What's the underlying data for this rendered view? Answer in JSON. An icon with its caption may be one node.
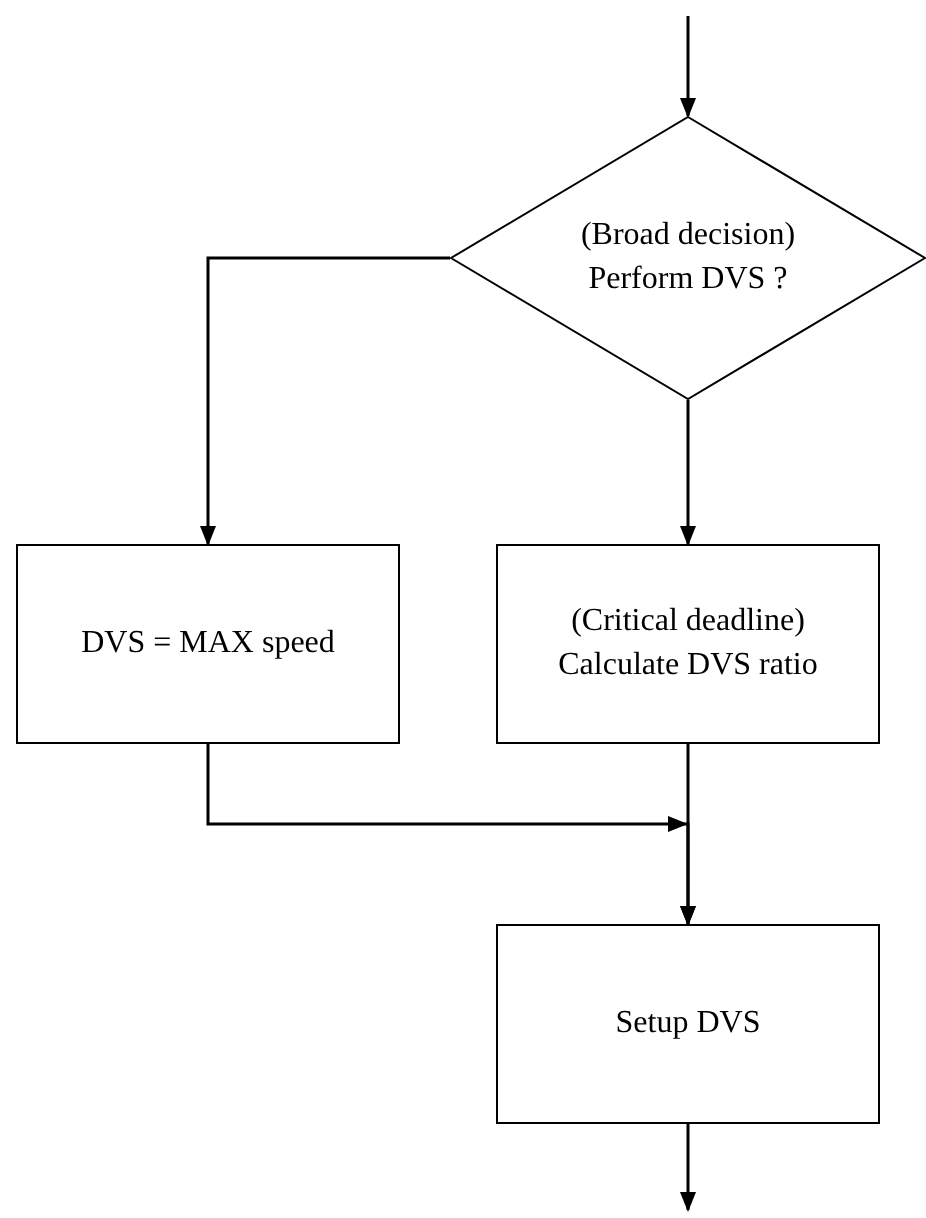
{
  "diagram": {
    "nodes": [
      {
        "text": [
          "(Broad decision) Perform DVS ?"
        ]
      },
      {
        "text": [
          "DVS = MAX speed"
        ]
      },
      {
        "text": [
          "(Critical deadline) Calculate DVS ratio"
        ]
      },
      {
        "text": [
          "Setup DVS"
        ]
      }
    ],
    "edges": [
      {
        "from": null,
        "to": 0,
        "arrow": "to"
      },
      {
        "from": 0,
        "to": 1,
        "arrow": "to"
      },
      {
        "from": 0,
        "to": 2,
        "arrow": "to"
      },
      {
        "from": 1,
        "to": 3,
        "arrow": "to"
      },
      {
        "from": 2,
        "to": 3,
        "arrow": "to"
      },
      {
        "from": 3,
        "to": null,
        "arrow": "to"
      }
    ]
  }
}
